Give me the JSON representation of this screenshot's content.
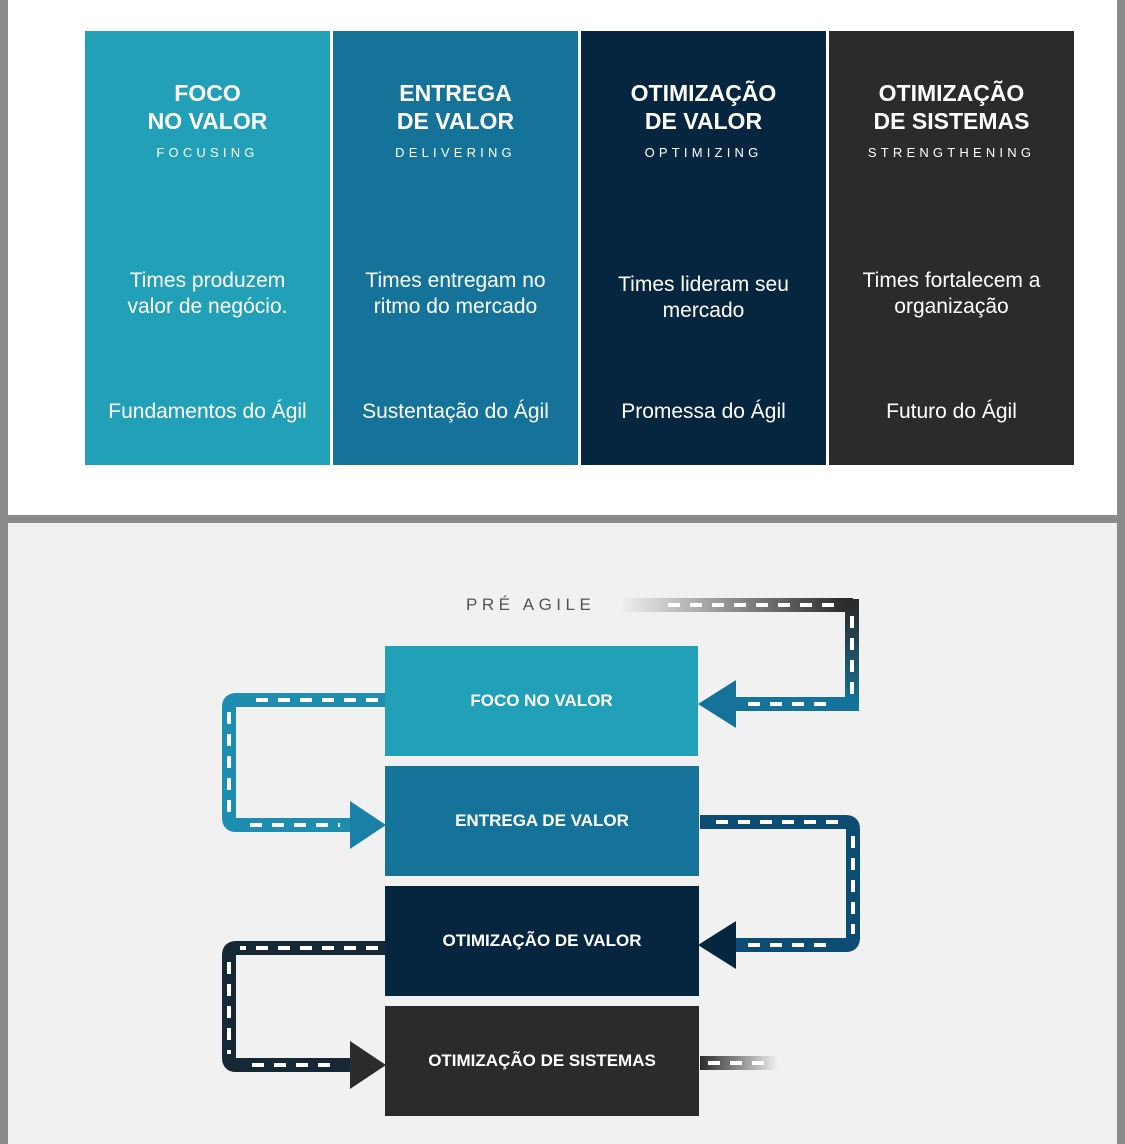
{
  "colors": {
    "foco": "#22a0b8",
    "entrega": "#157399",
    "otimizacao_valor": "#06263f",
    "otimizacao_sistemas": "#2b2b2b"
  },
  "columns": [
    {
      "title": "FOCO\nNO VALOR",
      "subtitle": "FOCUSING",
      "description": "Times produzem\nvalor de negócio.",
      "footer": "Fundamentos do Ágil"
    },
    {
      "title": "ENTREGA\nDE VALOR",
      "subtitle": "DELIVERING",
      "description": "Times entregam no\nritmo do mercado",
      "footer": "Sustentação do Ágil"
    },
    {
      "title": "OTIMIZAÇÃO\nDE VALOR",
      "subtitle": "OPTIMIZING",
      "description": "Times lideram seu\nmercado",
      "footer": "Promessa do Ágil"
    },
    {
      "title": "OTIMIZAÇÃO\nDE SISTEMAS",
      "subtitle": "STRENGTHENING",
      "description": "Times fortalecem a\norganização",
      "footer": "Futuro do Ágil"
    }
  ],
  "flow": {
    "start_label": "PRÉ AGILE",
    "boxes": [
      "FOCO NO VALOR",
      "ENTREGA DE VALOR",
      "OTIMIZAÇÃO DE VALOR",
      "OTIMIZAÇÃO DE SISTEMAS"
    ]
  }
}
